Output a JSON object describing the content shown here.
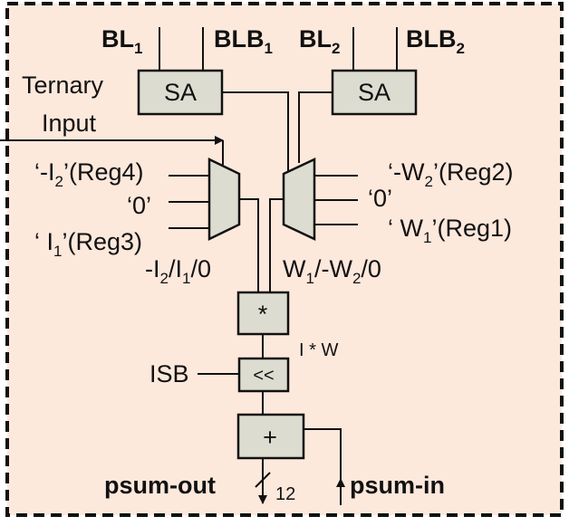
{
  "colors": {
    "background": "#fde8dc",
    "block_fill": "#dcdcd0",
    "stroke": "#111111"
  },
  "bitlines": {
    "bl1": {
      "base": "BL",
      "sub": "1"
    },
    "blb1": {
      "base": "BLB",
      "sub": "1"
    },
    "bl2": {
      "base": "BL",
      "sub": "2"
    },
    "blb2": {
      "base": "BLB",
      "sub": "2"
    }
  },
  "blocks": {
    "sa_left": "SA",
    "sa_right": "SA",
    "multiplier": "*",
    "shifter": "<<",
    "adder": "+"
  },
  "labels": {
    "ternary": "Ternary",
    "input": "Input",
    "left_mux_in1": {
      "pre": "‘-I",
      "sub": "2",
      "post": "’(Reg4)"
    },
    "left_mux_in2": "‘0’",
    "left_mux_in3": {
      "pre": "‘ I",
      "sub": "1",
      "post": "’(Reg3)"
    },
    "right_mux_in1": {
      "pre": "‘-W",
      "sub": "2",
      "post": "’(Reg2)"
    },
    "right_mux_in2": "‘0’",
    "right_mux_in3": {
      "pre": "‘ W",
      "sub": "1",
      "post": "’(Reg1)"
    },
    "left_mux_out": {
      "p1": "-I",
      "s1": "2",
      "p2": "/I",
      "s2": "1",
      "p3": "/0"
    },
    "right_mux_out": {
      "p1": "W",
      "s1": "1",
      "p2": "/-W",
      "s2": "2",
      "p3": "/0"
    },
    "product": "I * W",
    "isb": "ISB",
    "psum_out": "psum-out",
    "bus_width": "12",
    "psum_in": "psum-in"
  }
}
